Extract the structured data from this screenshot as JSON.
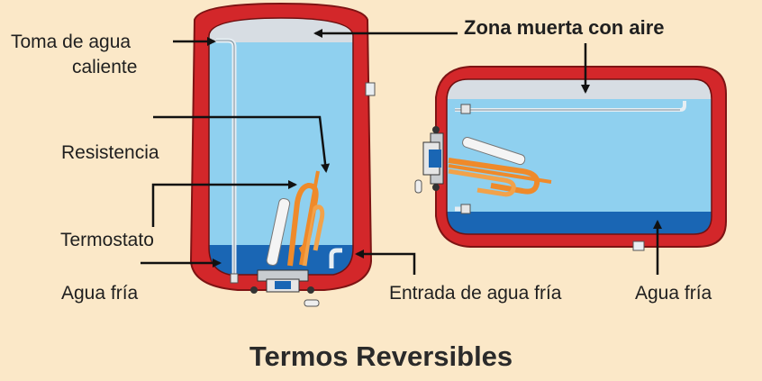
{
  "labels": {
    "toma_agua_caliente_1": "Toma de agua",
    "toma_agua_caliente_2": "caliente",
    "resistencia": "Resistencia",
    "termostato": "Termostato",
    "agua_fria_left": "Agua fría",
    "entrada_agua_fria": "Entrada de agua fría",
    "agua_fria_right": "Agua fría",
    "zona_muerta": "Zona muerta con aire"
  },
  "title": "Termos Reversibles",
  "colors": {
    "background": "#fbe8c8",
    "tank_shell": "#d3272a",
    "water": "#8fd0ef",
    "cold_water": "#1a66b4",
    "air_zone": "#d7dde3",
    "element_orange": "#ef8a2a",
    "label_text": "#1f1f1f"
  }
}
